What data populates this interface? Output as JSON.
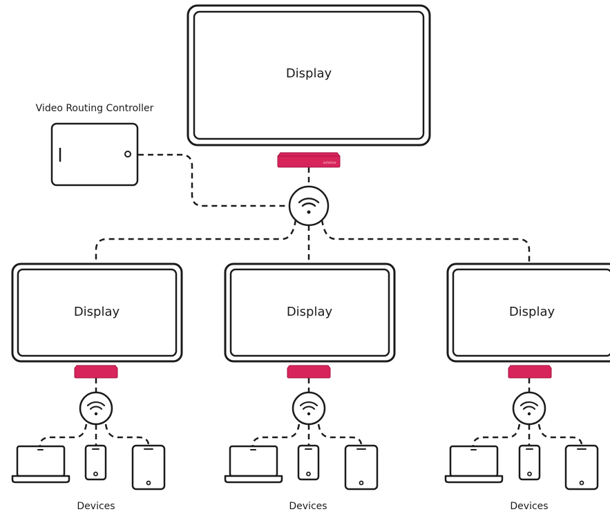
{
  "top_display": {
    "label": "Display"
  },
  "controller": {
    "label": "Video Routing Controller"
  },
  "displays": [
    {
      "label": "Display",
      "devices_label": "Devices"
    },
    {
      "label": "Display",
      "devices_label": "Devices"
    },
    {
      "label": "Display",
      "devices_label": "Devices"
    }
  ],
  "receiver_brand": "solstice",
  "colors": {
    "stroke": "#1a1a1a",
    "receiver": "#d7245a",
    "receiver_dark": "#a31544",
    "background": "#ffffff"
  },
  "icons": [
    "tablet-icon",
    "wifi-icon",
    "laptop-icon",
    "phone-icon",
    "receiver-icon"
  ]
}
